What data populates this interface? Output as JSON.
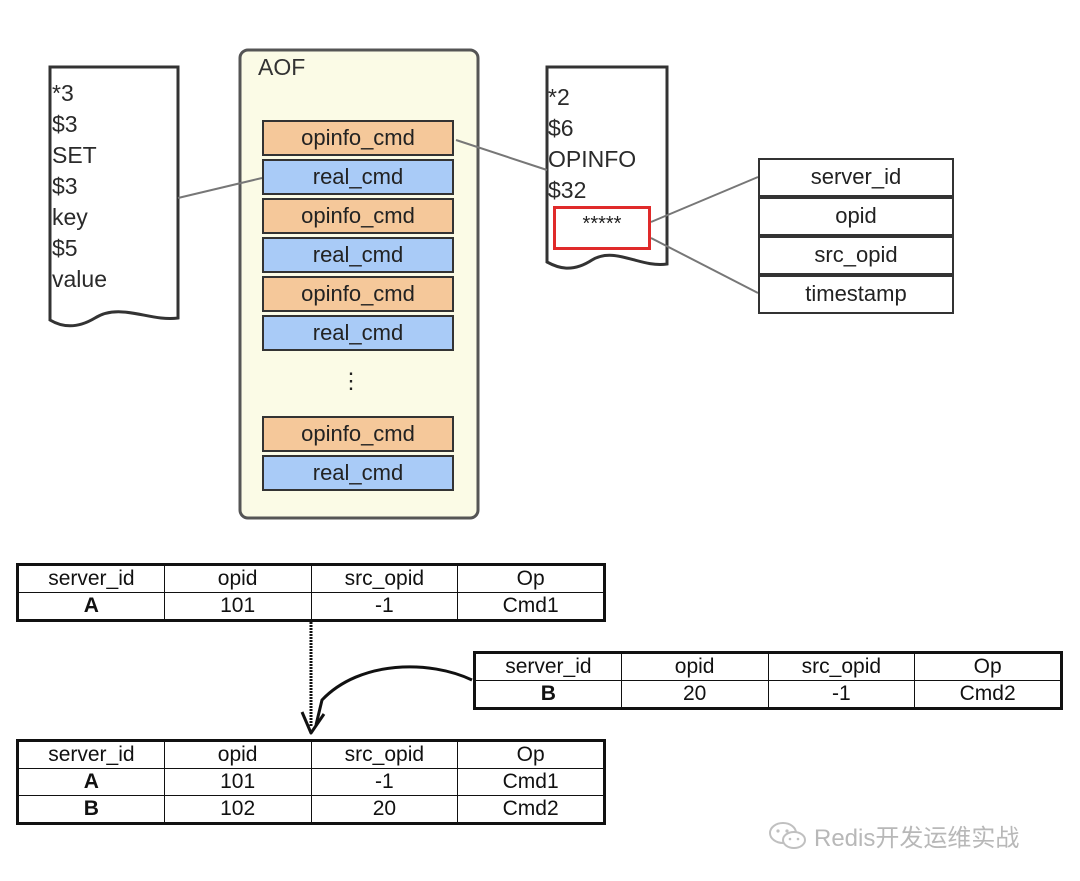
{
  "left_doc": {
    "lines": [
      "*3",
      "$3",
      "SET",
      "$3",
      "key",
      "$5",
      "value"
    ]
  },
  "aof": {
    "title": "AOF",
    "blocks": [
      "opinfo_cmd",
      "real_cmd",
      "opinfo_cmd",
      "real_cmd",
      "opinfo_cmd",
      "real_cmd",
      "opinfo_cmd",
      "real_cmd"
    ],
    "ellipsis": "⋮"
  },
  "right_doc": {
    "lines": [
      "*2",
      "$6",
      "OPINFO",
      "$32"
    ],
    "highlight": "*****"
  },
  "fields": [
    "server_id",
    "opid",
    "src_opid",
    "timestamp"
  ],
  "tables": {
    "top": {
      "headers": [
        "server_id",
        "opid",
        "src_opid",
        "Op"
      ],
      "rows": [
        [
          "A",
          "101",
          "-1",
          "Cmd1"
        ]
      ]
    },
    "right": {
      "headers": [
        "server_id",
        "opid",
        "src_opid",
        "Op"
      ],
      "rows": [
        [
          "B",
          "20",
          "-1",
          "Cmd2"
        ]
      ]
    },
    "bottom": {
      "headers": [
        "server_id",
        "opid",
        "src_opid",
        "Op"
      ],
      "rows": [
        [
          "A",
          "101",
          "-1",
          "Cmd1"
        ],
        [
          "B",
          "102",
          "20",
          "Cmd2"
        ]
      ]
    }
  },
  "watermark": {
    "text": "Redis开发运维实战",
    "icon": "wechat-icon"
  },
  "colors": {
    "opinfo": "#f5c89a",
    "real": "#a9cbf7",
    "aof_bg": "#fbfbe6",
    "highlight": "#e02a2a"
  }
}
